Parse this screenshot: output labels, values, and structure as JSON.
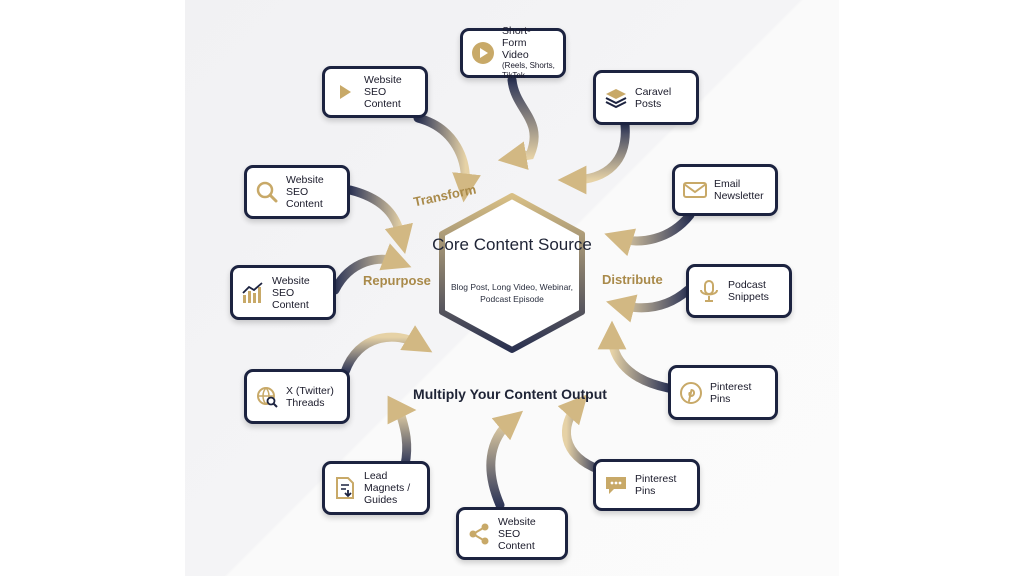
{
  "colors": {
    "navy": "#1c2340",
    "gold": "#c8a968",
    "background": "#f4f4f6"
  },
  "core": {
    "title": "Core Content Source",
    "subtitle": "Blog Post, Long Video, Webinar, Podcast Episode"
  },
  "stages": {
    "transform": "Transform",
    "repurpose": "Repurpose",
    "distribute": "Distribute"
  },
  "tagline": "Multiply Your Content Output",
  "nodes": {
    "short_form": {
      "label": "Short-Form Video",
      "sub": "(Reels, Shorts, TikTok",
      "icon": "play-circle-icon"
    },
    "website_seo_top": {
      "label": "Website SEO Content",
      "icon": "play-icon"
    },
    "caravel_posts": {
      "label": "Caravel Posts",
      "icon": "layers-icon"
    },
    "website_seo_search": {
      "label": "Website SEO Content",
      "icon": "search-icon"
    },
    "email_newsletter": {
      "label": "Email Newsletter",
      "icon": "envelope-icon"
    },
    "website_seo_chart": {
      "label": "Website SEO Content",
      "icon": "bar-chart-icon"
    },
    "podcast_snippets": {
      "label": "Podcast Snippets",
      "icon": "microphone-icon"
    },
    "x_threads": {
      "label": "X (Twitter) Threads",
      "icon": "globe-search-icon"
    },
    "pinterest_pins_right": {
      "label": "Pinterest Pins",
      "icon": "pinterest-icon"
    },
    "lead_magnets": {
      "label": "Lead Magnets / Guides",
      "icon": "document-download-icon"
    },
    "pinterest_pins_bottom": {
      "label": "Pinterest Pins",
      "icon": "chat-bubble-icon"
    },
    "website_seo_bottom": {
      "label": "Website SEO Content",
      "icon": "share-nodes-icon"
    }
  }
}
